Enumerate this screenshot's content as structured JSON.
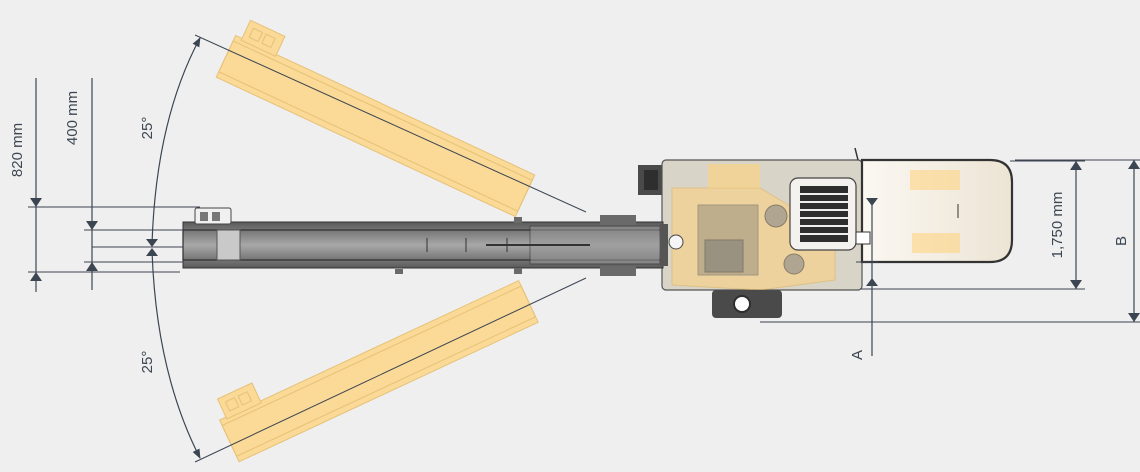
{
  "dimensions": {
    "d820": "820 mm",
    "d400": "400 mm",
    "d1750": "1,750 mm",
    "A": "A",
    "B": "B"
  },
  "angles": {
    "upper": "25°",
    "lower": "25°"
  },
  "colors": {
    "background": "#efefef",
    "dim_line": "#3c4652",
    "ghost_fill": "#ffd27a",
    "machine_dark": "#4a4a4a",
    "machine_mid": "#7a7a7a",
    "cab_fill": "#f6f2ea"
  }
}
